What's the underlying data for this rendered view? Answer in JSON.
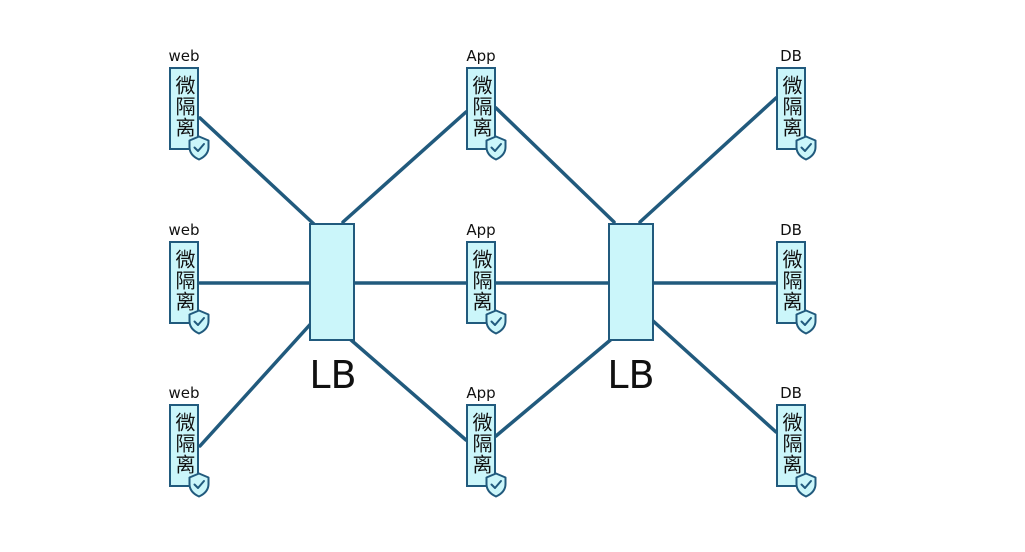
{
  "colors": {
    "line": "#215a7d",
    "box_fill": "#cbf6fa",
    "box_border": "#215a7d",
    "text": "#111111"
  },
  "tag_text": "微隔离",
  "shield_icon": "shield-check-icon",
  "nodes": [
    {
      "id": "web-1",
      "label": "web"
    },
    {
      "id": "web-2",
      "label": "web"
    },
    {
      "id": "web-3",
      "label": "web"
    },
    {
      "id": "app-1",
      "label": "App"
    },
    {
      "id": "app-2",
      "label": "App"
    },
    {
      "id": "app-3",
      "label": "App"
    },
    {
      "id": "db-1",
      "label": "DB"
    },
    {
      "id": "db-2",
      "label": "DB"
    },
    {
      "id": "db-3",
      "label": "DB"
    }
  ],
  "load_balancers": [
    {
      "id": "lb-1",
      "label": "LB"
    },
    {
      "id": "lb-2",
      "label": "LB"
    }
  ],
  "links": [
    {
      "from": "web-1",
      "to": "lb-1"
    },
    {
      "from": "web-2",
      "to": "lb-1"
    },
    {
      "from": "web-3",
      "to": "lb-1"
    },
    {
      "from": "lb-1",
      "to": "app-1"
    },
    {
      "from": "lb-1",
      "to": "app-2"
    },
    {
      "from": "lb-1",
      "to": "app-3"
    },
    {
      "from": "app-1",
      "to": "lb-2"
    },
    {
      "from": "app-2",
      "to": "lb-2"
    },
    {
      "from": "app-3",
      "to": "lb-2"
    },
    {
      "from": "lb-2",
      "to": "db-1"
    },
    {
      "from": "lb-2",
      "to": "db-2"
    },
    {
      "from": "lb-2",
      "to": "db-3"
    }
  ]
}
